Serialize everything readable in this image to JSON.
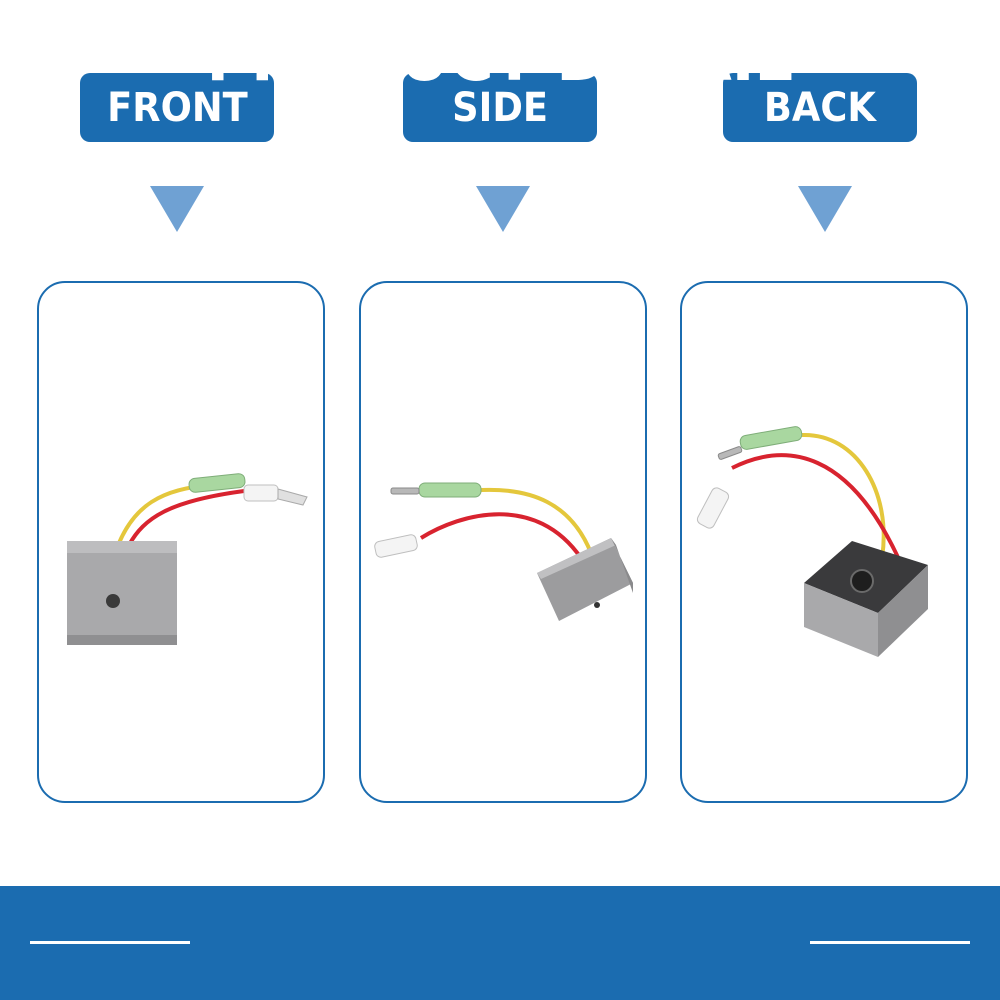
{
  "views": [
    {
      "label": "FRONT"
    },
    {
      "label": "SIDE"
    },
    {
      "label": "BACK"
    }
  ],
  "footer": {
    "title": "PRODUCT DETAIL"
  },
  "colors": {
    "brand_blue": "#1b6cb0",
    "arrow_blue": "#6fa1d3",
    "wire_red": "#d8232f",
    "wire_yellow": "#e4c73c",
    "sleeve_green": "#a9d7a0",
    "module_gray": "#a9a9ab"
  },
  "icons": [
    "down-arrow-icon",
    "down-arrow-icon",
    "down-arrow-icon"
  ]
}
